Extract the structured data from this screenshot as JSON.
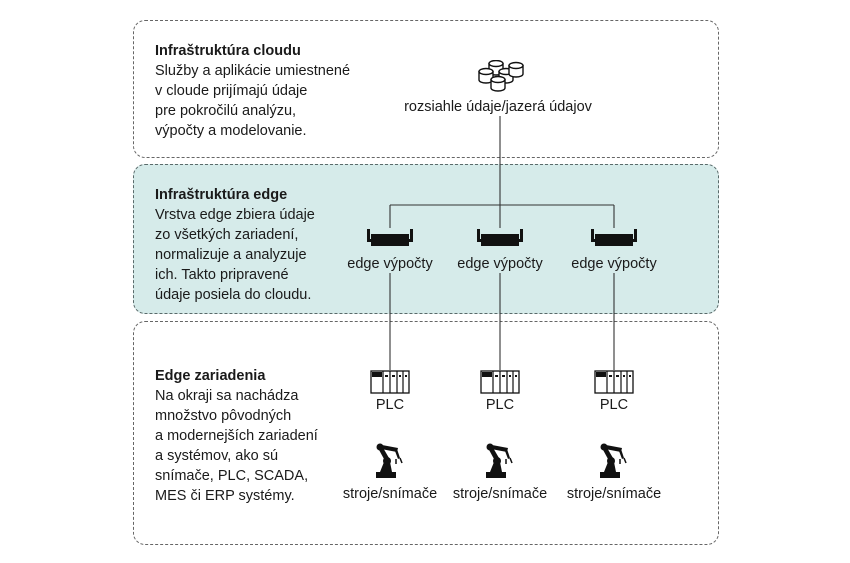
{
  "layers": {
    "cloud": {
      "title": "Infraštruktúra cloudu",
      "desc": "Služby a aplikácie umiestnené\nv cloude prijímajú údaje\npre pokročilú analýzu,\nvýpočty a modelovanie."
    },
    "edge": {
      "title": "Infraštruktúra edge",
      "desc": "Vrstva edge zbiera údaje\nzo všetkých zariadení,\nnormalizuje a analyzuje\nich. Takto pripravené\núdaje posiela do cloudu."
    },
    "devices": {
      "title": "Edge zariadenia",
      "desc": "Na okraji sa nachádza\nmnožstvo pôvodných\na modernejších zariadení\na systémov, ako sú\nsnímače, PLC, SCADA,\nMES či ERP systémy."
    }
  },
  "nodes": {
    "datalake": "rozsiahle údaje/jazerá údajov",
    "edge_compute": [
      "edge výpočty",
      "edge výpočty",
      "edge výpočty"
    ],
    "plc": [
      "PLC",
      "PLC",
      "PLC"
    ],
    "machines": [
      "stroje/snímače",
      "stroje/snímače",
      "stroje/snímače"
    ]
  },
  "colors": {
    "edge_layer_fill": "#d6ebea",
    "border": "#666666",
    "line": "#333333",
    "icon": "#111111"
  },
  "icons": {
    "datalake": "database-cluster-icon",
    "edge_compute": "server-tray-icon",
    "plc": "plc-rack-icon",
    "machines": "robot-arm-icon"
  }
}
